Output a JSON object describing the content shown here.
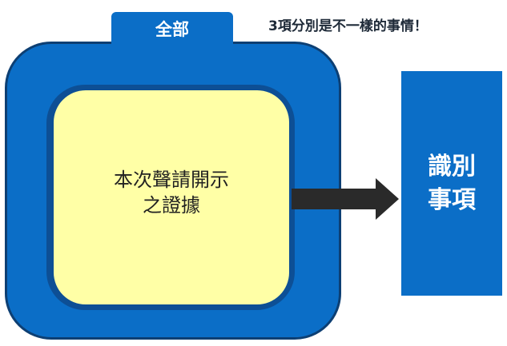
{
  "diagram": {
    "tab_label": "全部",
    "note": "3項分別是不一樣的事情！",
    "center_box": {
      "line1": "本次聲請開示",
      "line2": "之證據"
    },
    "right_box": {
      "line1": "識別",
      "line2": "事項"
    }
  },
  "colors": {
    "blue": "#0B6EC7",
    "dark_blue": "#0D3F73",
    "yellow": "#FFFFA6",
    "arrow": "#2A2A2A"
  }
}
